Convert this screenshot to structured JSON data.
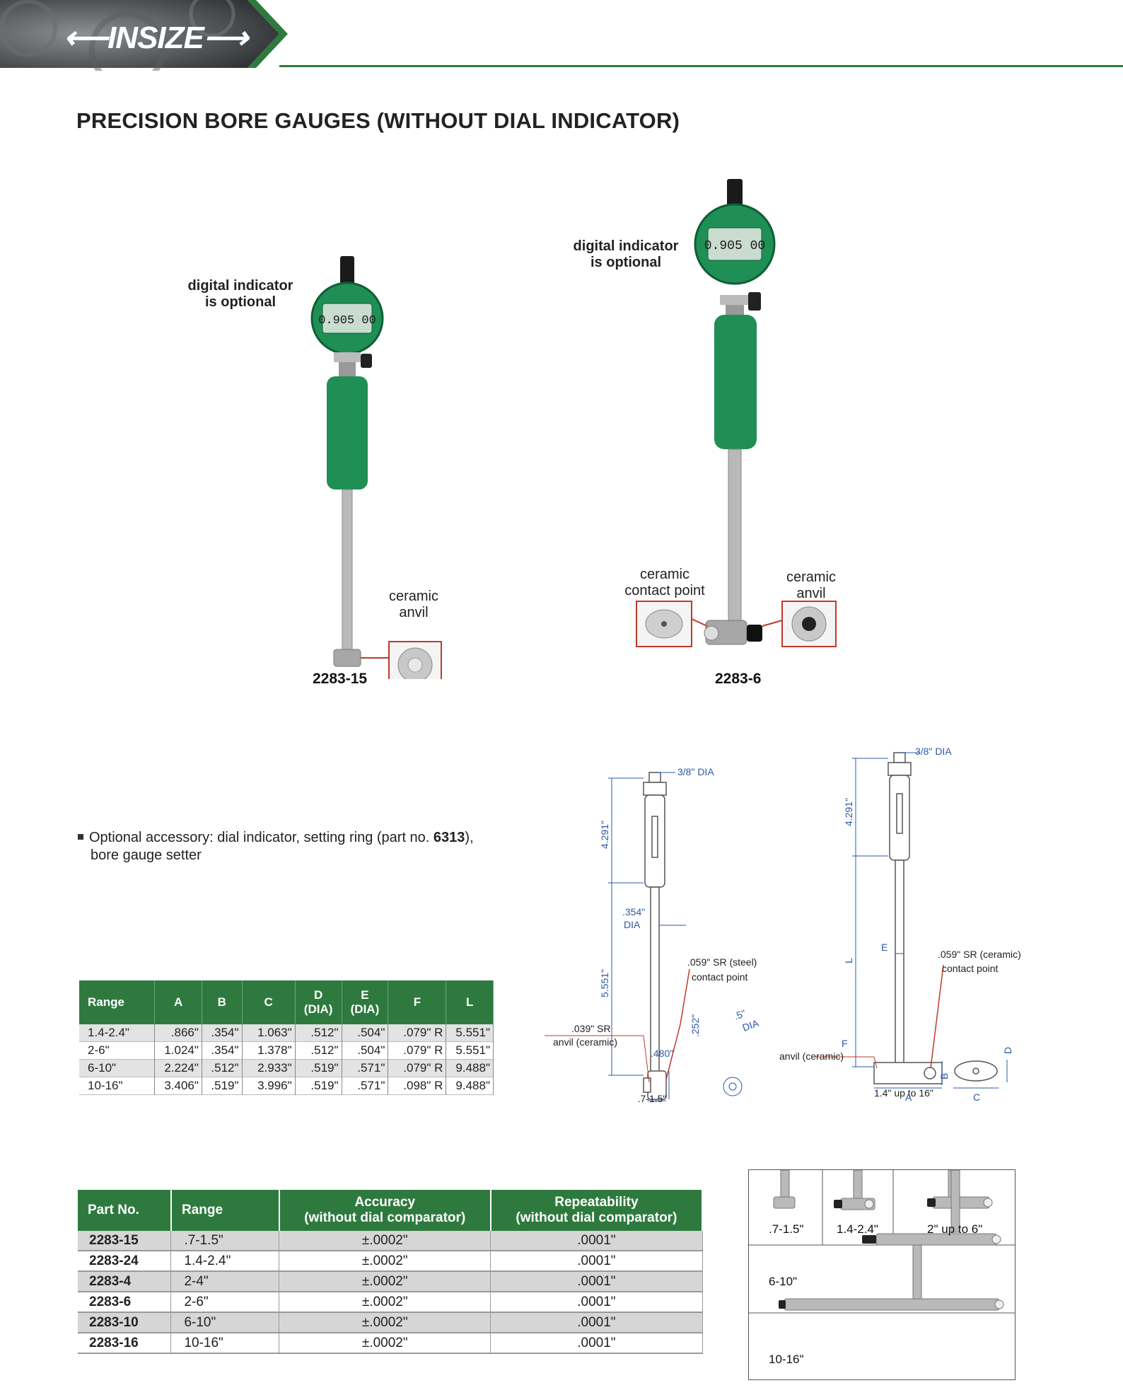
{
  "header": {
    "brand": "INSIZE",
    "colors": {
      "accent_green": "#2e7a3e",
      "table_header": "#2e7a3e",
      "drawing_blue": "#2b5aa8",
      "callout_red": "#c0392b"
    }
  },
  "title": "PRECISION BORE GAUGES (WITHOUT DIAL INDICATOR)",
  "products": [
    {
      "model": "2283-15",
      "note": [
        "digital indicator",
        "is optional"
      ],
      "display": "0.905 00",
      "callouts": [
        {
          "text": [
            "ceramic",
            "anvil"
          ]
        }
      ]
    },
    {
      "model": "2283-6",
      "note": [
        "digital indicator",
        "is optional"
      ],
      "display": "0.905 00",
      "callouts": [
        {
          "text": [
            "ceramic",
            "contact point"
          ]
        },
        {
          "text": [
            "ceramic",
            "anvil"
          ]
        }
      ]
    }
  ],
  "accessory_note": {
    "prefix": "Optional accessory: dial indicator, setting ring (part no. ",
    "part": "6313",
    "suffix": "),",
    "line2": "bore gauge setter"
  },
  "drawing_small": {
    "caption": ".7-1.5\"",
    "labels": {
      "dia_top": "3/8\" DIA",
      "len_top": "4.291\"",
      "len_bottom": "5.551\"",
      "rod_dia_1": ".354\"",
      "rod_dia_2": "DIA",
      "contact_1": ".059\" SR (steel)",
      "contact_2": "contact point",
      "anvil_1": ".039\" SR",
      "anvil_2": "anvil (ceramic)",
      "width": ".480\"",
      "height": ".252\"",
      "face_1": ".5\"",
      "face_2": "DIA"
    }
  },
  "drawing_large": {
    "caption": "1.4\" up to 16\"",
    "labels": {
      "dia_top": "3/8\" DIA",
      "len_top": "4.291\"",
      "L": "L",
      "E": "E",
      "contact_1": ".059\" SR (ceramic)",
      "contact_2": "contact point",
      "F": "F",
      "anvil": "anvil (ceramic)",
      "A": "A",
      "B": "B",
      "C": "C",
      "D": "D"
    }
  },
  "dim_table": {
    "headers": [
      "Range",
      "A",
      "B",
      "C",
      "D\n(DIA)",
      "E\n(DIA)",
      "F",
      "L"
    ],
    "rows": [
      [
        "1.4-2.4\"",
        ".866\"",
        ".354\"",
        "1.063\"",
        ".512\"",
        ".504\"",
        ".079\" R",
        "5.551\""
      ],
      [
        "2-6\"",
        "1.024\"",
        ".354\"",
        "1.378\"",
        ".512\"",
        ".504\"",
        ".079\" R",
        "5.551\""
      ],
      [
        "6-10\"",
        "2.224\"",
        ".512\"",
        "2.933\"",
        ".519\"",
        ".571\"",
        ".079\" R",
        "9.488\""
      ],
      [
        "10-16\"",
        "3.406\"",
        ".519\"",
        "3.996\"",
        ".519\"",
        ".571\"",
        ".098\" R",
        "9.488\""
      ]
    ]
  },
  "spec_table": {
    "headers": [
      "Part No.",
      "Range",
      "Accuracy\n(without dial  comparator)",
      "Repeatability\n(without dial  comparator)"
    ],
    "rows": [
      [
        "2283-15",
        ".7-1.5\"",
        "±.0002\"",
        ".0001\""
      ],
      [
        "2283-24",
        "1.4-2.4\"",
        "±.0002\"",
        ".0001\""
      ],
      [
        "2283-4",
        "2-4\"",
        "±.0002\"",
        ".0001\""
      ],
      [
        "2283-6",
        "2-6\"",
        "±.0002\"",
        ".0001\""
      ],
      [
        "2283-10",
        "6-10\"",
        "±.0002\"",
        ".0001\""
      ],
      [
        "2283-16",
        "10-16\"",
        "±.0002\"",
        ".0001\""
      ]
    ]
  },
  "setup_grid": {
    "labels": [
      ".7-1.5\"",
      "1.4-2.4\"",
      "2\" up to 6\"",
      "6-10\"",
      "10-16\""
    ]
  }
}
